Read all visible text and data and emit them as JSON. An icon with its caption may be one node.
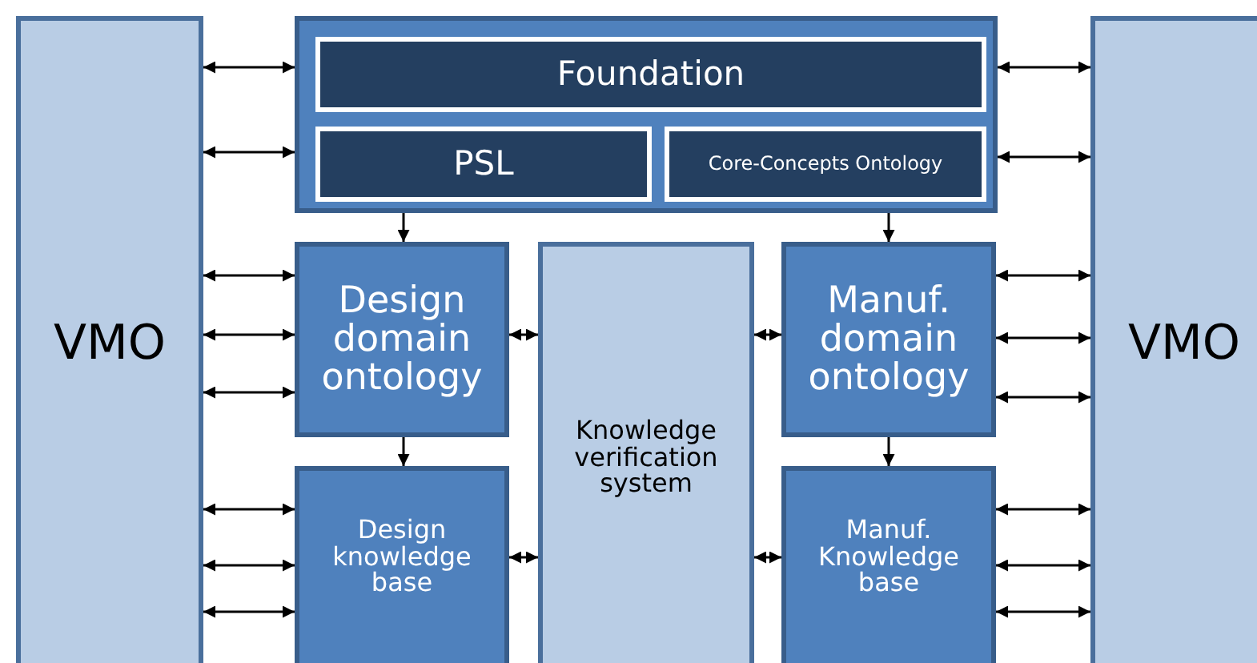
{
  "diagram": {
    "nodes": [
      {
        "text": [
          "VMO"
        ]
      },
      {
        "text": [],
        "shape": "box"
      },
      {
        "text": [
          "Foundation"
        ],
        "in": 1
      },
      {
        "text": [
          "PSL"
        ],
        "in": 1
      },
      {
        "text": [
          "Core-Concepts Ontology"
        ],
        "in": 1
      },
      {
        "text": [
          "Design domain ontology"
        ]
      },
      {
        "text": [
          "Knowledge verification system"
        ]
      },
      {
        "text": [
          "Manuf. domain ontology"
        ]
      },
      {
        "text": [
          "Design knowledge base"
        ]
      },
      {
        "text": [
          "Manuf. Knowledge base"
        ]
      },
      {
        "text": [
          "VMO"
        ]
      }
    ],
    "edges": [
      {
        "from": 0,
        "to": 1,
        "arrow": "both"
      },
      {
        "from": 0,
        "to": 1,
        "arrow": "both"
      },
      {
        "from": 0,
        "to": 5,
        "arrow": "both"
      },
      {
        "from": 0,
        "to": 5,
        "arrow": "both"
      },
      {
        "from": 0,
        "to": 5,
        "arrow": "both"
      },
      {
        "from": 0,
        "to": 8,
        "arrow": "both"
      },
      {
        "from": 0,
        "to": 8,
        "arrow": "both"
      },
      {
        "from": 0,
        "to": 8,
        "arrow": "both"
      },
      {
        "from": 1,
        "to": 10,
        "arrow": "both"
      },
      {
        "from": 1,
        "to": 10,
        "arrow": "both"
      },
      {
        "from": 7,
        "to": 10,
        "arrow": "both"
      },
      {
        "from": 7,
        "to": 10,
        "arrow": "both"
      },
      {
        "from": 7,
        "to": 10,
        "arrow": "both"
      },
      {
        "from": 9,
        "to": 10,
        "arrow": "both"
      },
      {
        "from": 9,
        "to": 10,
        "arrow": "both"
      },
      {
        "from": 9,
        "to": 10,
        "arrow": "both"
      },
      {
        "from": 1,
        "to": 5,
        "arrow": "to"
      },
      {
        "from": 1,
        "to": 7,
        "arrow": "to"
      },
      {
        "from": 5,
        "to": 8,
        "arrow": "to"
      },
      {
        "from": 7,
        "to": 9,
        "arrow": "to"
      },
      {
        "from": 5,
        "to": 6,
        "arrow": "both"
      },
      {
        "from": 6,
        "to": 7,
        "arrow": "both"
      },
      {
        "from": 8,
        "to": 6,
        "arrow": "both"
      },
      {
        "from": 6,
        "to": 9,
        "arrow": "both"
      }
    ]
  }
}
